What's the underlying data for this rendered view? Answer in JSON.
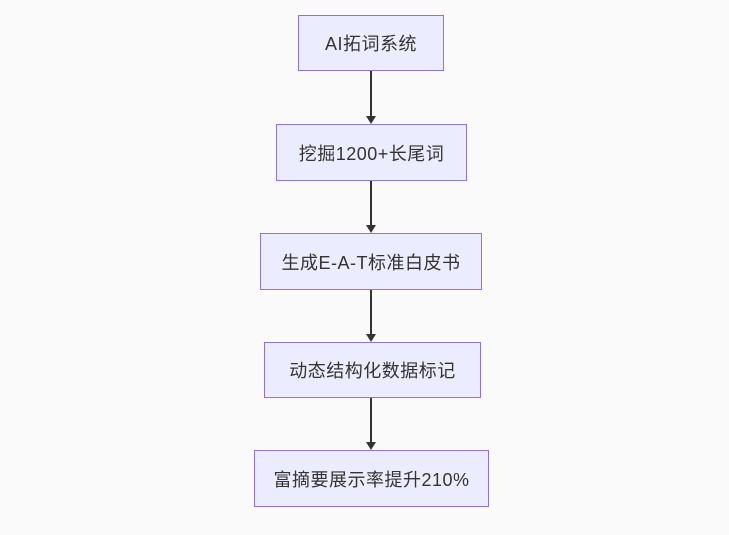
{
  "diagram": {
    "type": "flowchart",
    "direction": "top-down",
    "nodes": [
      {
        "label": "AI拓词系统"
      },
      {
        "label": "挖掘1200+长尾词"
      },
      {
        "label": "生成E-A-T标准白皮书"
      },
      {
        "label": "动态结构化数据标记"
      },
      {
        "label": "富摘要展示率提升210%"
      }
    ],
    "edges": [
      {
        "from": "AI拓词系统",
        "to": "挖掘1200+长尾词"
      },
      {
        "from": "挖掘1200+长尾词",
        "to": "生成E-A-T标准白皮书"
      },
      {
        "from": "生成E-A-T标准白皮书",
        "to": "动态结构化数据标记"
      },
      {
        "from": "动态结构化数据标记",
        "to": "富摘要展示率提升210%"
      }
    ],
    "colors": {
      "node_fill": "#ECECFF",
      "node_border": "#9370DB",
      "edge": "#333333",
      "text": "#333333",
      "background": "#fafafa"
    }
  }
}
